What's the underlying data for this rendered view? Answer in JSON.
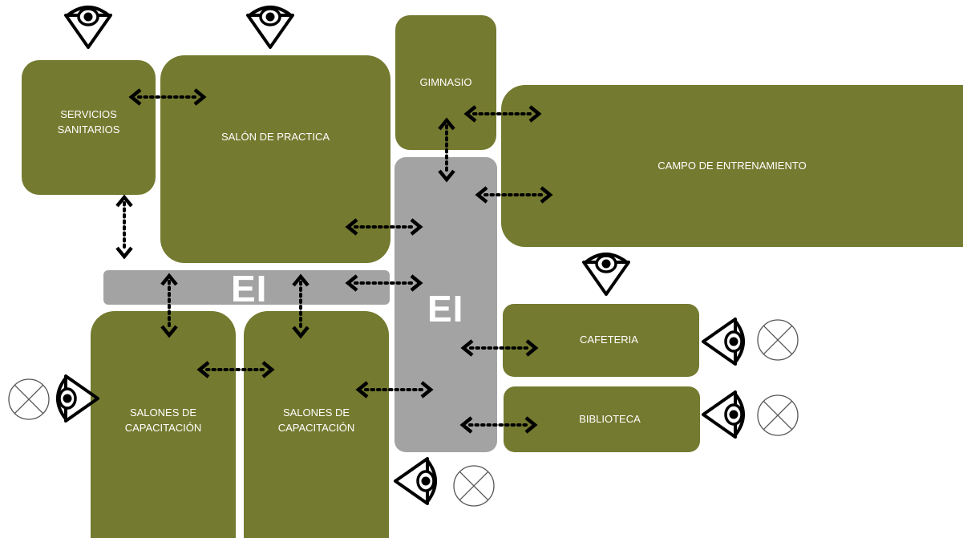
{
  "colors": {
    "room": "#747a2f",
    "corridor": "#a3a3a4",
    "label": "#ffffff",
    "symbol": "#000000"
  },
  "rooms": {
    "servicios": "SERVICIOS\nSANITARIOS",
    "salon_practica": "SALÓN DE PRACTICA",
    "gimnasio": "GIMNASIO",
    "campo": "CAMPO DE ENTRENAMIENTO",
    "cafeteria": "CAFETERIA",
    "biblioteca": "BIBLIOTECA",
    "salones_1": "SALONES DE\nCAPACITACIÓN",
    "salones_2": "SALONES DE\nCAPACITACIÓN"
  },
  "corridors": {
    "horizontal_label": "EI",
    "vertical_label": "EI"
  },
  "symbols": {
    "view": "eye-icon",
    "no_view": "crossed-circle-icon",
    "connection": "double-arrow-dotted"
  }
}
